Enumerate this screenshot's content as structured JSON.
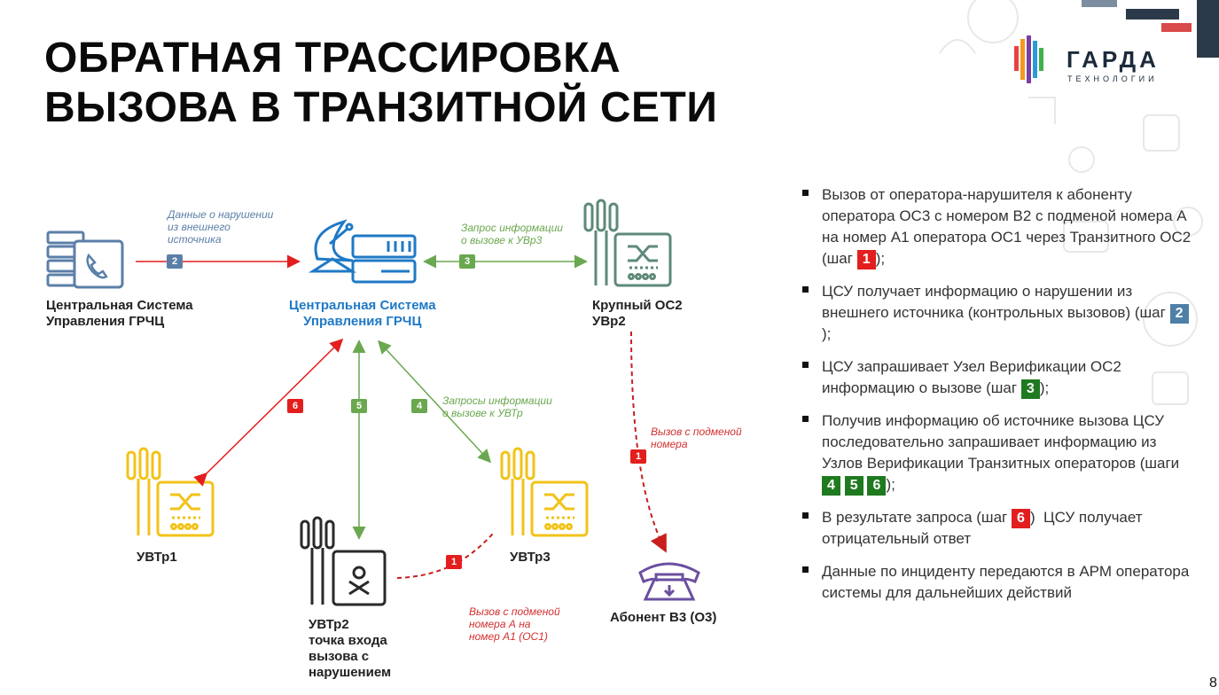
{
  "title": {
    "line1": "ОБРАТНАЯ ТРАССИРОВКА",
    "line2": "ВЫЗОВА В ТРАНЗИТНОЙ СЕТИ"
  },
  "logo": {
    "name": "ГАРДА",
    "sub": "ТЕХНОЛОГИИ"
  },
  "colors": {
    "red": "#e31e1e",
    "green": "#6aa84f",
    "blue": "#5b7fa8",
    "yellow": "#f2c318",
    "dark": "#222222",
    "accent_blue": "#1f79c6"
  },
  "nodes": {
    "csu_ext": "Центральная Система\nУправления ГРЧЦ",
    "csu_main": "Центральная Система\nУправления ГРЧЦ",
    "os2": "Крупный ОС2\nУВр2",
    "uvtr1": "УВТр1",
    "uvtr2": "УВТр2\nточка входа\nвызова с\nнарушением",
    "uvtr3": "УВТр3",
    "subscriber": "Абонент В3 (О3)"
  },
  "edge_notes": {
    "violation_data": "Данные о нарушении\nиз внешнего\nисточника",
    "request_uvr3": "Запрос информации\nо вызове к УВр3",
    "requests_uvtr": "Запросы информации\nо вызове к УВТр",
    "spoofed_call": "Вызов с подменой\nномера",
    "spoofed_call_a": "Вызов с подменой\nномера А на\nномер А1 (ОС1)"
  },
  "badges": {
    "b2": "2",
    "b3": "3",
    "b4": "4",
    "b5": "5",
    "b6": "6",
    "b1a": "1",
    "b1b": "1"
  },
  "bullets": [
    {
      "parts": [
        "Вызов от оператора-нарушителя к абоненту оператора ОС3 с номером В2 с подменой номера А на номер А1 оператора ОС1 через Транзитного ОС2 (шаг ",
        "1",
        ");"
      ]
    },
    {
      "parts": [
        "ЦСУ получает информацию о нарушении из внешнего источника (контрольных вызовов) (шаг ",
        "2",
        ");"
      ]
    },
    {
      "parts": [
        "ЦСУ запрашивает Узел Верификации ОС2 информацию о вызове (шаг ",
        "3",
        ");"
      ]
    },
    {
      "parts": [
        "Получив информацию об источнике вызова ЦСУ последовательно запрашивает информацию из Узлов Верификации Транзитных операторов (шаги ",
        "4",
        "5",
        "6",
        ");"
      ]
    },
    {
      "parts": [
        "В результате запроса (шаг ",
        "6",
        ")  ЦСУ получает отрицательный ответ"
      ]
    },
    {
      "parts": [
        "Данные по инциденту передаются в АРМ оператора системы для дальнейших действий"
      ]
    }
  ],
  "page_number": "8"
}
